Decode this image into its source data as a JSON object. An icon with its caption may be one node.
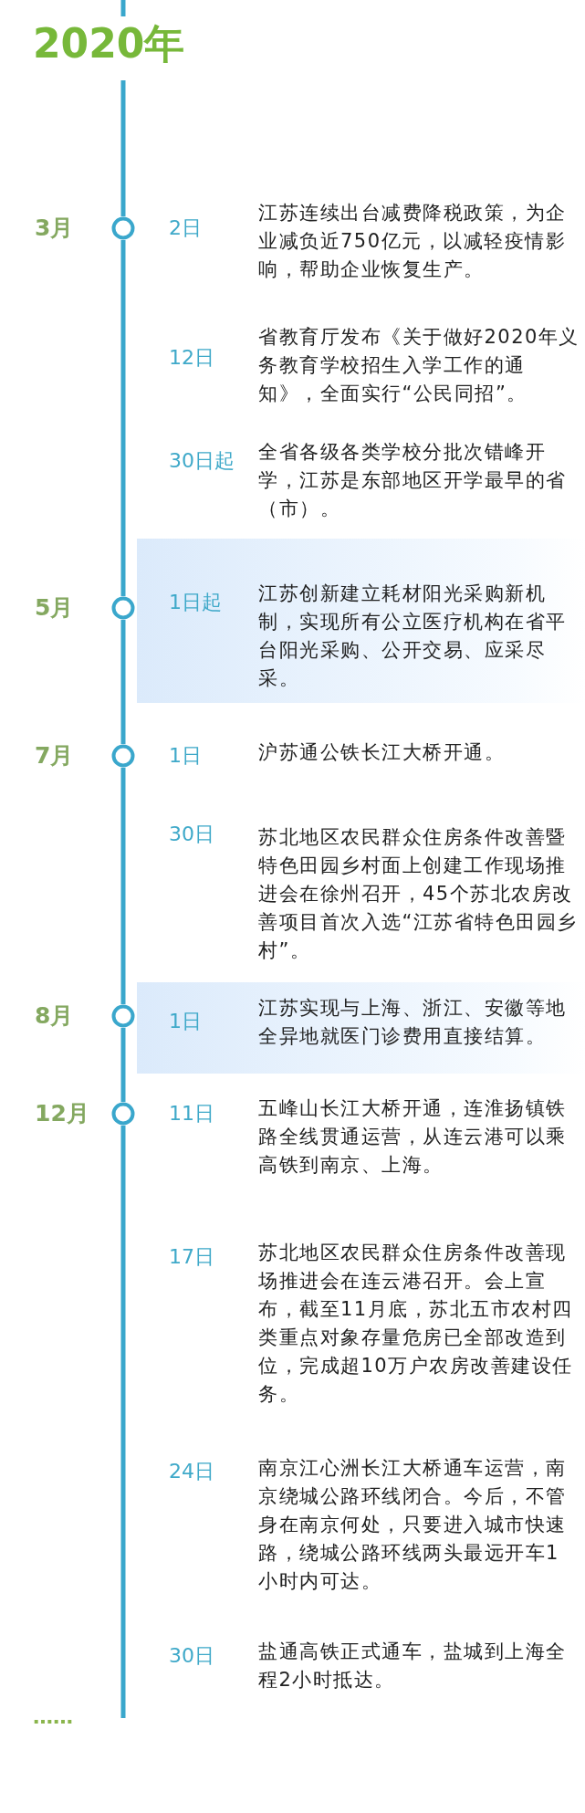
{
  "diagram": {
    "title": "2020年",
    "nodes": [
      {
        "text": [],
        "shape": "circle",
        "beside": [
          "3月"
        ]
      },
      {
        "text": [],
        "shape": "circle",
        "beside": [
          "5月"
        ]
      },
      {
        "text": [
          "1日起",
          "江苏创新建立耗材阳光采购新机制，实现所有公立医疗机构在省平台阳光采购、公开交易、应采尽采。"
        ]
      },
      {
        "text": [],
        "shape": "circle",
        "beside": [
          "7月"
        ]
      },
      {
        "text": [],
        "shape": "circle",
        "beside": [
          "8月"
        ]
      },
      {
        "text": [
          "1日",
          "江苏实现与上海、浙江、安徽等地全异地就医门诊费用直接结算。"
        ]
      },
      {
        "text": [],
        "shape": "circle",
        "beside": [
          "12月"
        ]
      }
    ],
    "edges": [
      {
        "from": null,
        "to": 0,
        "arrow": "none"
      },
      {
        "from": 0,
        "to": 1,
        "arrow": "none"
      },
      {
        "from": 1,
        "to": 3,
        "arrow": "none"
      },
      {
        "from": 3,
        "to": 4,
        "arrow": "none"
      },
      {
        "from": 4,
        "to": 6,
        "arrow": "none"
      },
      {
        "from": 6,
        "to": null,
        "arrow": "none"
      }
    ],
    "labels": [
      "2日",
      "江苏连续出台减费降税政策，为企业减负近750亿元，以减轻疫情影响，帮助企业恢复生产。",
      "12日",
      "省教育厅发布《关于做好2020年义务教育学校招生入学工作的通知》，全面实行“公民同招”。",
      "30日起",
      "全省各级各类学校分批次错峰开学，江苏是东部地区开学最早的省（市）。",
      "1日",
      "沪苏通公铁长江大桥开通。",
      "30日",
      "苏北地区农民群众住房条件改善暨特色田园乡村面上创建工作现场推进会在徐州召开，45个苏北农房改善项目首次入选“江苏省特色田园乡村”。",
      "11日",
      "五峰山长江大桥开通，连淮扬镇铁路全线贯通运营，从连云港可以乘高铁到南京、上海。",
      "17日",
      "苏北地区农民群众住房条件改善现场推进会在连云港召开。会上宣布，截至11月底，苏北五市农村四类重点对象存量危房已全部改造到位，完成超10万户农房改善建设任务。",
      "24日",
      "南京江心洲长江大桥通车运营，南京绕城公路环线闭合。今后，不管身在南京何处，只要进入城市快速路，绕城公路环线两头最远开车1小时内可达。",
      "30日",
      "盐通高铁正式通车，盐城到上海全程2小时抵达。",
      "……"
    ]
  }
}
